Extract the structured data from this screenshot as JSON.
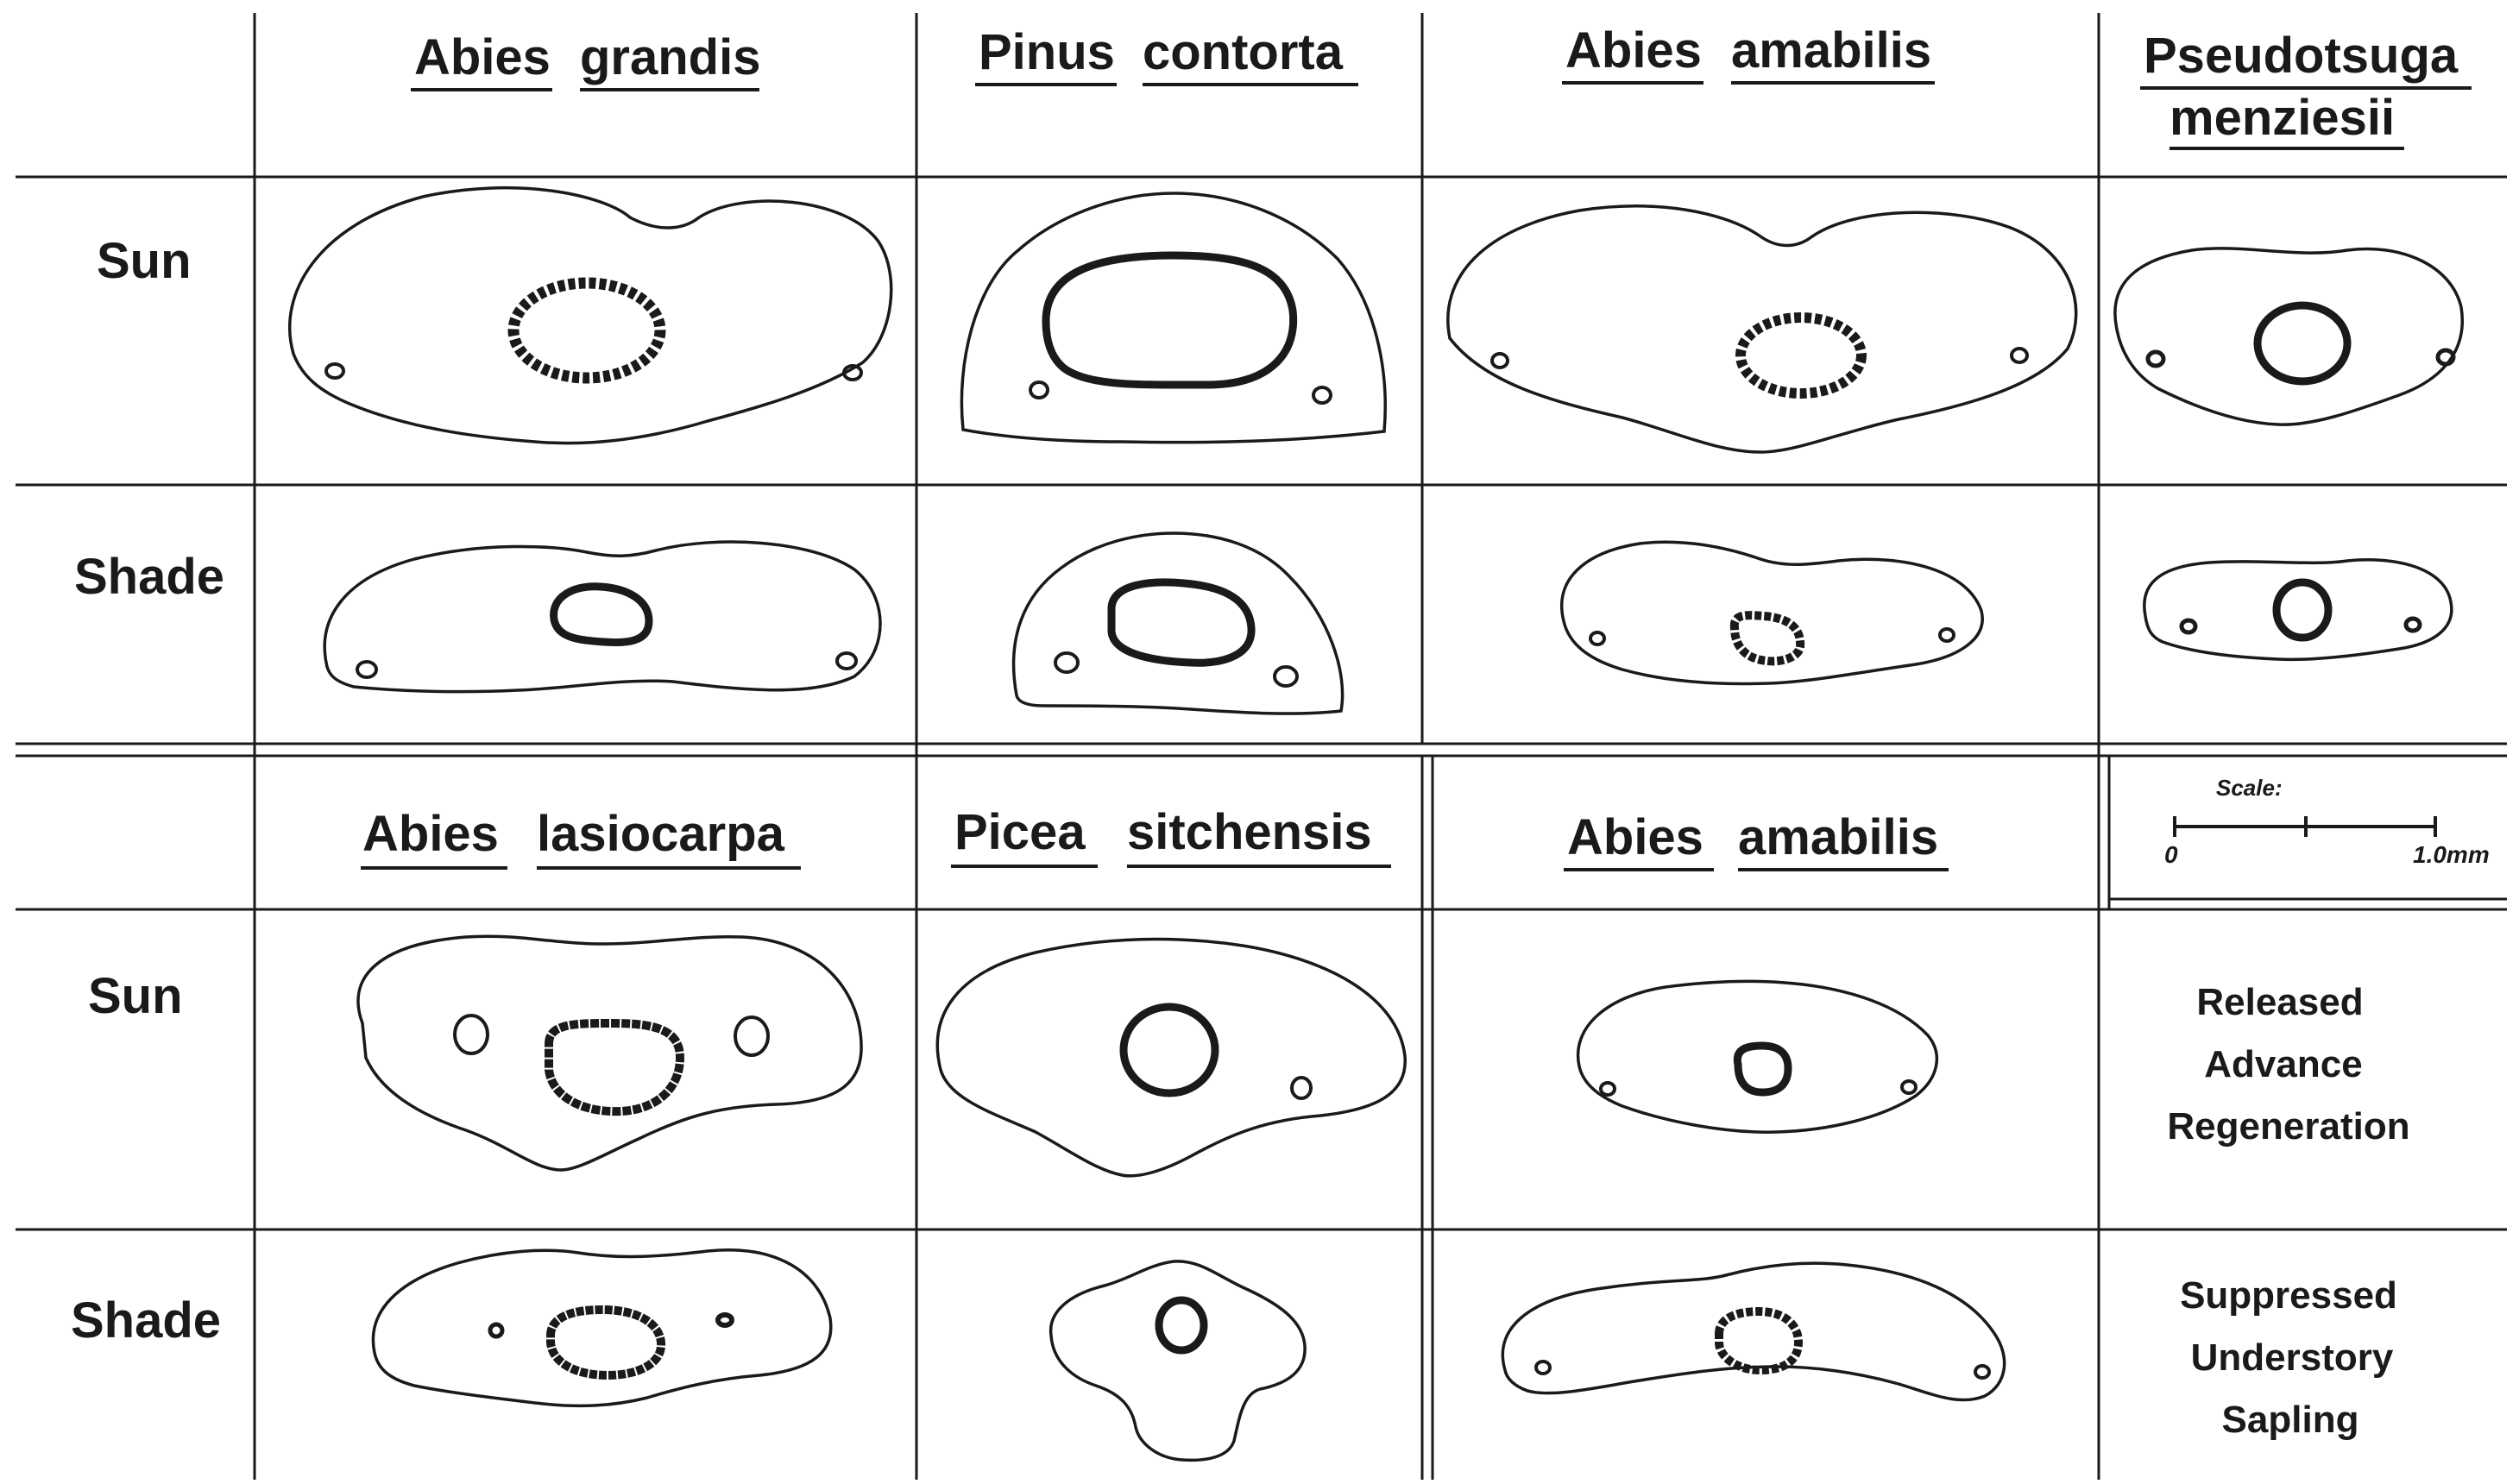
{
  "top_section": {
    "columns": [
      {
        "genus": "Abies",
        "epithet": "grandis"
      },
      {
        "genus": "Pinus",
        "epithet": "contorta"
      },
      {
        "genus": "Abies",
        "epithet": "amabilis"
      },
      {
        "genus": "Pseudotsuga",
        "epithet": "menziesii"
      }
    ],
    "rows": [
      "Sun",
      "Shade"
    ]
  },
  "bottom_section": {
    "columns": [
      {
        "genus": "Abies",
        "epithet": "lasiocarpa"
      },
      {
        "genus": "Picea",
        "epithet": "sitchensis"
      },
      {
        "genus": "Abies",
        "epithet": "amabilis"
      }
    ],
    "rows": [
      "Sun",
      "Shade"
    ],
    "row_notes": [
      [
        "Released",
        "Advance",
        "Regeneration"
      ],
      [
        "Suppressed",
        "Understory",
        "Sapling"
      ]
    ]
  },
  "scale": {
    "title": "Scale:",
    "start_label": "0",
    "end_label": "1.0mm"
  },
  "ink_color": "#1a1a1a"
}
